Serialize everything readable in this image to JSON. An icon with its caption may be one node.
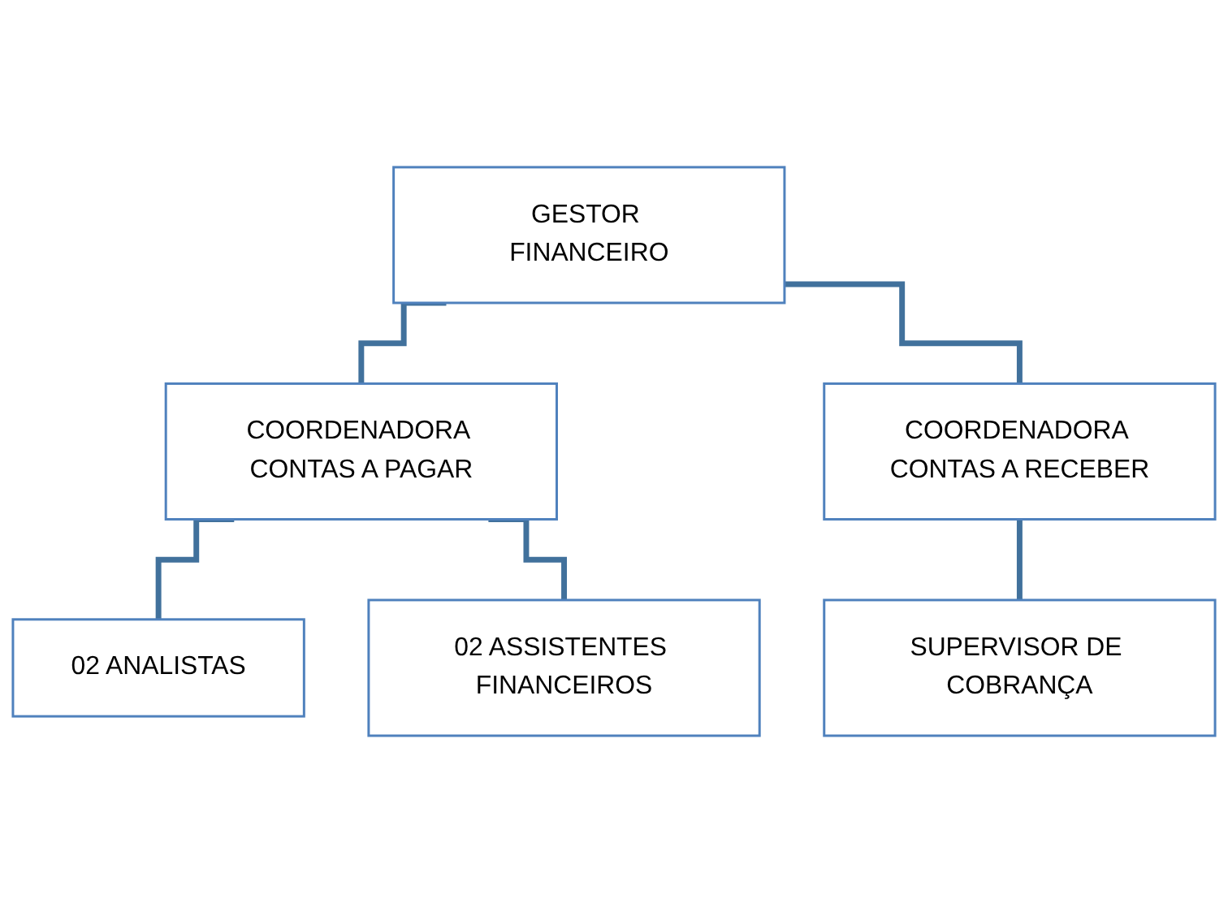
{
  "diagram": {
    "nodes": [
      {
        "text": [
          "GESTOR FINANCEIRO"
        ]
      },
      {
        "text": [
          "COORDENADORA CONTAS A PAGAR"
        ]
      },
      {
        "text": [
          "COORDENADORA CONTAS A RECEBER"
        ]
      },
      {
        "text": [
          "02 ANALISTAS"
        ]
      },
      {
        "text": [
          "02 ASSISTENTES FINANCEIROS"
        ]
      },
      {
        "text": [
          "SUPERVISOR DE COBRANÇA"
        ]
      }
    ],
    "edges": [
      {
        "from": 0,
        "to": 1,
        "arrow": "none"
      },
      {
        "from": 0,
        "to": 2,
        "arrow": "none"
      },
      {
        "from": 1,
        "to": 3,
        "arrow": "none"
      },
      {
        "from": 1,
        "to": 4,
        "arrow": "none"
      },
      {
        "from": 2,
        "to": 5,
        "arrow": "none"
      }
    ]
  }
}
